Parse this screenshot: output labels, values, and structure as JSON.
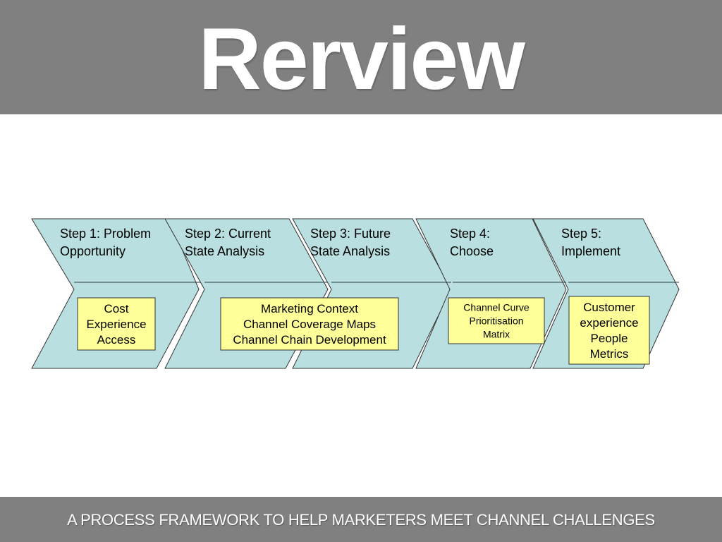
{
  "header": {
    "title": "Rerview"
  },
  "colors": {
    "banner": "#808080",
    "chevron_fill": "#b9dfe0",
    "box_fill": "#ffff99",
    "outline": "#333333"
  },
  "steps": [
    {
      "title_lines": [
        "Step 1: Problem",
        "Opportunity"
      ],
      "box_lines": [
        "Cost",
        "Experience",
        "Access"
      ]
    },
    {
      "title_lines": [
        "Step 2: Current",
        "State Analysis"
      ],
      "box_lines": []
    },
    {
      "title_lines": [
        "Step 3: Future",
        "State Analysis"
      ],
      "box_lines": []
    },
    {
      "title_lines": [
        "Step 4:",
        "Choose"
      ],
      "box_lines": [
        "Channel Curve",
        "Prioritisation",
        "Matrix"
      ]
    },
    {
      "title_lines": [
        "Step 5:",
        "Implement"
      ],
      "box_lines": [
        "Customer",
        "experience",
        "People",
        "Metrics"
      ]
    }
  ],
  "shared_box": {
    "spans_steps": [
      2,
      3
    ],
    "lines": [
      "Marketing Context",
      "Channel Coverage Maps",
      "Channel Chain Development"
    ]
  },
  "footer": {
    "subtitle": "A PROCESS FRAMEWORK TO HELP MARKETERS MEET CHANNEL CHALLENGES"
  }
}
